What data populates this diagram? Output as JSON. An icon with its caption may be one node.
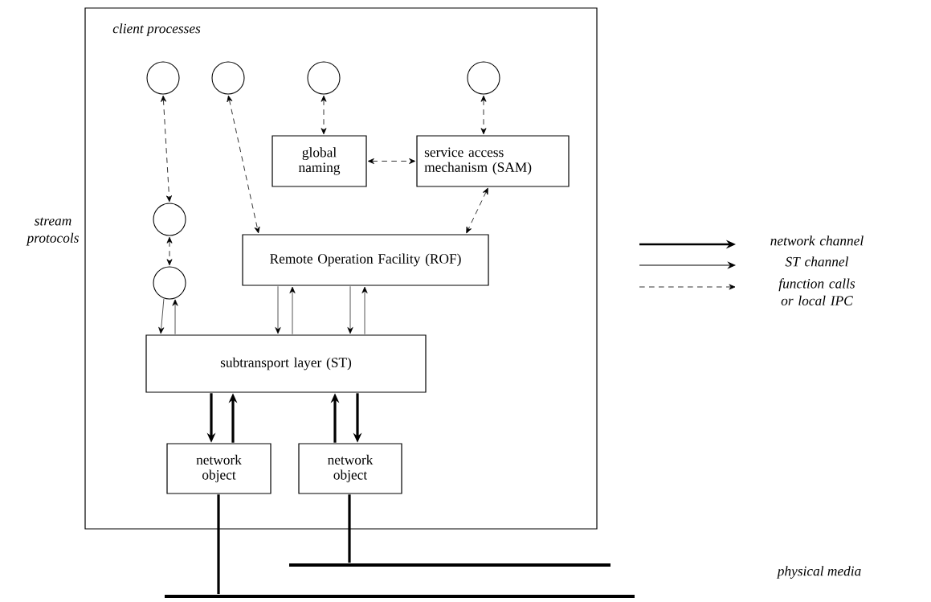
{
  "diagram": {
    "nodes": [
      {
        "text": [],
        "shape": "box"
      },
      {
        "text": [],
        "shape": "circle",
        "in": 0
      },
      {
        "text": [],
        "shape": "circle",
        "in": 0
      },
      {
        "text": [],
        "shape": "circle",
        "in": 0
      },
      {
        "text": [],
        "shape": "circle",
        "in": 0
      },
      {
        "text": [
          "global naming"
        ],
        "in": 0
      },
      {
        "text": [
          "service access mechanism (SAM)"
        ],
        "in": 0
      },
      {
        "text": [],
        "shape": "circle",
        "in": 0
      },
      {
        "text": [],
        "shape": "circle",
        "in": 0
      },
      {
        "text": [
          "Remote Operation Facility (ROF)"
        ],
        "in": 0
      },
      {
        "text": [
          "subtransport layer (ST)"
        ],
        "in": 0
      },
      {
        "text": [
          "network object"
        ],
        "in": 0
      },
      {
        "text": [
          "network object"
        ],
        "in": 0
      },
      {
        "text": [],
        "shape": "bar"
      },
      {
        "text": [],
        "shape": "bar"
      }
    ],
    "edges": [
      {
        "from": 1,
        "to": 7,
        "arrow": "both",
        "style": "dashed"
      },
      {
        "from": 2,
        "to": 9,
        "arrow": "both",
        "style": "dashed"
      },
      {
        "from": 3,
        "to": 5,
        "arrow": "both",
        "style": "dashed"
      },
      {
        "from": 4,
        "to": 6,
        "arrow": "both",
        "style": "dashed"
      },
      {
        "from": 5,
        "to": 6,
        "arrow": "both",
        "style": "dashed"
      },
      {
        "from": 6,
        "to": 9,
        "arrow": "both",
        "style": "dashed"
      },
      {
        "from": 7,
        "to": 8,
        "arrow": "both",
        "style": "dashed"
      },
      {
        "from": 8,
        "to": 10,
        "arrow": "to"
      },
      {
        "from": 10,
        "to": 8,
        "arrow": "to"
      },
      {
        "from": 9,
        "to": 10,
        "arrow": "to"
      },
      {
        "from": 10,
        "to": 9,
        "arrow": "to"
      },
      {
        "from": 9,
        "to": 10,
        "arrow": "to"
      },
      {
        "from": 10,
        "to": 9,
        "arrow": "to"
      },
      {
        "from": 10,
        "to": 11,
        "arrow": "to",
        "style": "thick"
      },
      {
        "from": 11,
        "to": 10,
        "arrow": "to",
        "style": "thick"
      },
      {
        "from": 12,
        "to": 10,
        "arrow": "to",
        "style": "thick"
      },
      {
        "from": 10,
        "to": 12,
        "arrow": "to",
        "style": "thick"
      },
      {
        "from": 11,
        "to": 14,
        "arrow": "none",
        "style": "thick"
      },
      {
        "from": 12,
        "to": 13,
        "arrow": "none",
        "style": "thick"
      }
    ],
    "labels": [
      "client processes",
      "stream protocols",
      "physical media"
    ],
    "legend": [
      {
        "text": "network channel"
      },
      {
        "text": "ST channel"
      },
      {
        "text": "function calls or local IPC"
      }
    ]
  }
}
